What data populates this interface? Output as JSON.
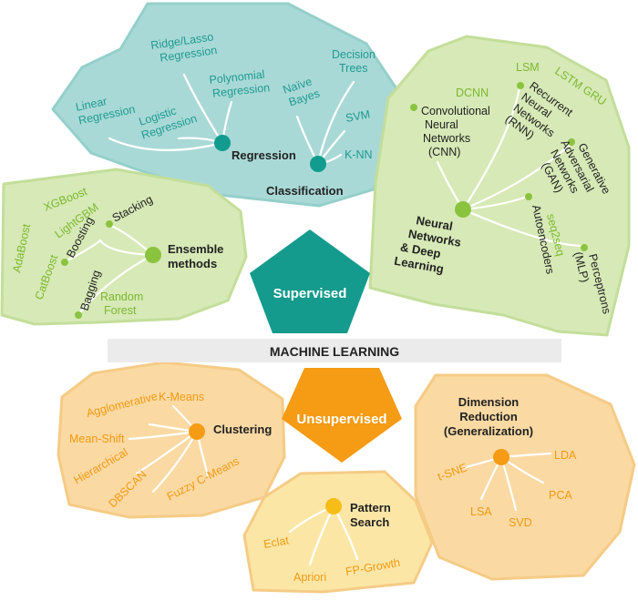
{
  "title": "MACHINE LEARNING",
  "colors": {
    "teal_blob": "#a9d9d6",
    "teal_stroke": "#94cfcb",
    "teal_text": "#1e9a93",
    "teal_dot": "#129c8f",
    "green_blob": "#d6e9b6",
    "green_stroke": "#c3de9a",
    "green_text": "#7cb82f",
    "green_dot": "#8ac43f",
    "orange_blob": "#fad9a3",
    "orange_stroke": "#f5cb85",
    "orange_text": "#f29a12",
    "orange_dot": "#f59b14",
    "yellow_blob": "#fce6a6",
    "yellow_dot": "#f7bd17",
    "banner": "#ebebeb"
  },
  "supervised": {
    "label": "Supervised",
    "regression": {
      "label": "Regression",
      "items": [
        "Linear",
        "Regression",
        "Ridge/Lasso",
        "Regression",
        "Polynomial",
        "Regression",
        "Logistic",
        "Regression"
      ]
    },
    "classification": {
      "label": "Classification",
      "items": [
        "Naïve",
        "Bayes",
        "Decision",
        "Trees",
        "SVM",
        "K-NN"
      ]
    },
    "ensemble": {
      "label": [
        "Ensemble",
        "methods"
      ],
      "items": [
        "Stacking",
        "Boosting",
        "Bagging"
      ],
      "variants": [
        "XGBoost",
        "LightGBM",
        "AdaBoost",
        "CatBoost",
        "Random",
        "Forest"
      ]
    },
    "neural": {
      "label": [
        "Neural",
        "Networks",
        "& Deep",
        "Learning"
      ],
      "cnn": [
        "Convolutional",
        "Neural",
        "Networks",
        "(CNN)"
      ],
      "rnn": [
        "Recurrent",
        "Neural",
        "Networks",
        "(RNN)"
      ],
      "gan": [
        "Generative",
        "Adversarial",
        "Networks",
        "(GAN)"
      ],
      "autoencoders": "Autoencoders",
      "mlp": [
        "Perceptrons",
        "(MLP)"
      ],
      "variants": [
        "DCNN",
        "LSM",
        "LSTM GRU",
        "seq2seq"
      ]
    }
  },
  "unsupervised": {
    "label": "Unsupervised",
    "clustering": {
      "label": "Clustering",
      "items": [
        "K-Means",
        "Agglomerative",
        "Mean-Shift",
        "Hierarchical",
        "DBSCAN",
        "Fuzzy C-Means"
      ]
    },
    "pattern": {
      "label": [
        "Pattern",
        "Search"
      ],
      "items": [
        "Eclat",
        "Apriori",
        "FP-Growth"
      ]
    },
    "dimension": {
      "label": [
        "Dimension",
        "Reduction",
        "(Generalization)"
      ],
      "items": [
        "t-SNE",
        "LDA",
        "LSA",
        "PCA",
        "SVD"
      ]
    }
  }
}
